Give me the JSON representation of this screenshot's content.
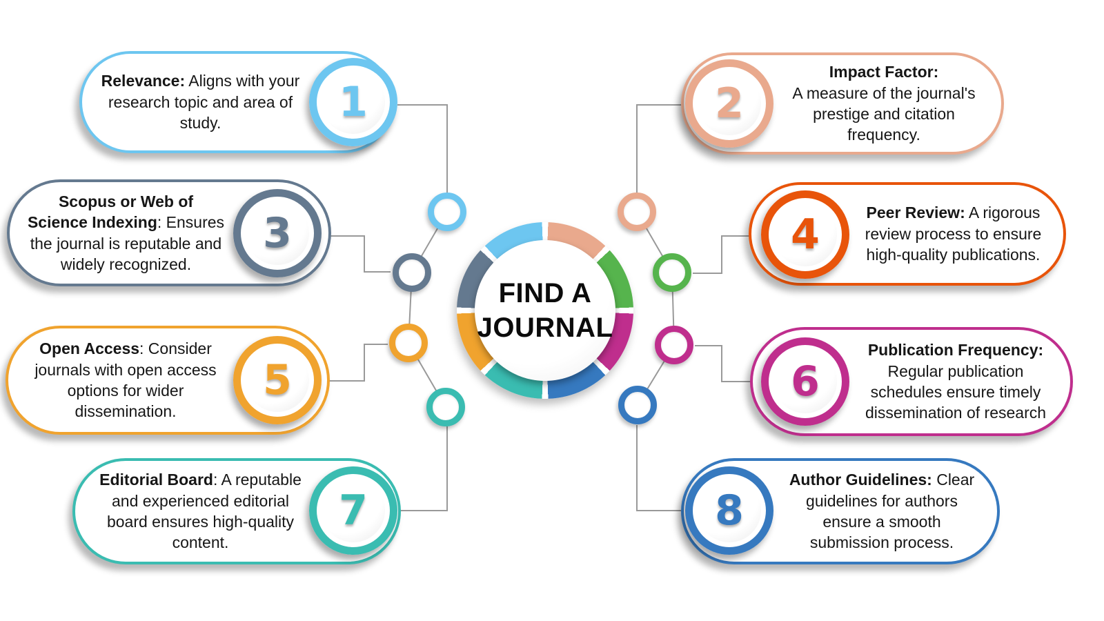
{
  "center": {
    "line1": "FIND A",
    "line2": "JOURNAL"
  },
  "items": [
    {
      "number": "1",
      "title": "Relevance:",
      "body": " Aligns with your research topic and area of study.",
      "color": "#6dc6f0"
    },
    {
      "number": "2",
      "title": "Impact Factor:",
      "body": "A measure of the journal's prestige and citation frequency.",
      "color": "#e9a98d"
    },
    {
      "number": "3",
      "title": "Scopus or Web of Science Indexing",
      "body": ": Ensures the journal is reputable and widely recognized.",
      "color": "#64798f"
    },
    {
      "number": "4",
      "title": "Peer Review:",
      "body": " A rigorous review process to ensure high-quality publications.",
      "color": "#e8540a"
    },
    {
      "number": "5",
      "title": "Open Access",
      "body": ": Consider journals with open access options for wider dissemination.",
      "color": "#f0a32e"
    },
    {
      "number": "6",
      "title": "Publication Frequency:",
      "body": " Regular publication schedules ensure timely dissemination of research",
      "color": "#bf2e8d"
    },
    {
      "number": "7",
      "title": "Editorial Board",
      "body": ": A reputable and experienced editorial board ensures high-quality content.",
      "color": "#3abcb1"
    },
    {
      "number": "8",
      "title": "Author Guidelines:",
      "body": " Clear guidelines for authors ensure a smooth submission process.",
      "color": "#3679bf"
    }
  ],
  "ring_segments": [
    {
      "name": "peach",
      "color": "#e9a98d"
    },
    {
      "name": "green",
      "color": "#56b44d"
    },
    {
      "name": "magenta",
      "color": "#bf2e8d"
    },
    {
      "name": "blue",
      "color": "#3679bf"
    },
    {
      "name": "teal",
      "color": "#3abcb1"
    },
    {
      "name": "orange",
      "color": "#f0a32e"
    },
    {
      "name": "slate",
      "color": "#64798f"
    },
    {
      "name": "lightblue",
      "color": "#6dc6f0"
    }
  ],
  "nodes": [
    {
      "name": "lightblue",
      "color": "#6dc6f0"
    },
    {
      "name": "slate",
      "color": "#64798f"
    },
    {
      "name": "orange",
      "color": "#f0a32e"
    },
    {
      "name": "teal",
      "color": "#3abcb1"
    },
    {
      "name": "peach",
      "color": "#e9a98d"
    },
    {
      "name": "green",
      "color": "#56b44d"
    },
    {
      "name": "magenta",
      "color": "#bf2e8d"
    },
    {
      "name": "blue",
      "color": "#3679bf"
    }
  ]
}
